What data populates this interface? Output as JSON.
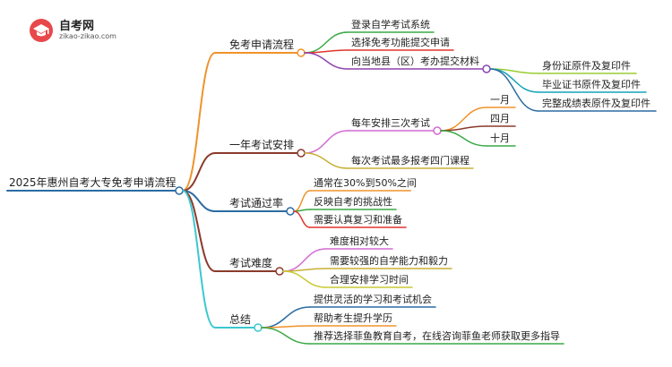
{
  "logo": {
    "title": "自考网",
    "subtitle": "zikao-zikao.com",
    "icon": "graduation-cap-icon"
  },
  "root": {
    "label": "2025年惠州自考大专免考申请流程",
    "color": "#2b6ca3"
  },
  "branches": [
    {
      "label": "免考申请流程",
      "color": "#f0932b",
      "children": [
        {
          "label": "登录自学考试系统",
          "color": "#3aa845"
        },
        {
          "label": "选择免考功能提交申请",
          "color": "#e3342f"
        },
        {
          "label": "向当地县（区）考办提交材料",
          "color": "#8e44ad",
          "children": [
            {
              "label": "身份证原件及复印件",
              "color": "#9acd32"
            },
            {
              "label": "毕业证书原件及复印件",
              "color": "#17a2b8"
            },
            {
              "label": "完整成绩表原件及复印件",
              "color": "#2b6ca3"
            }
          ]
        }
      ]
    },
    {
      "label": "一年考试安排",
      "color": "#8b3a2b",
      "children": [
        {
          "label": "每年安排三次考试",
          "color": "#d46ad4",
          "children": [
            {
              "label": "一月",
              "color": "#f0932b"
            },
            {
              "label": "四月",
              "color": "#8b3a2b"
            },
            {
              "label": "十月",
              "color": "#3aa845"
            }
          ]
        },
        {
          "label": "每次考试最多报考四门课程",
          "color": "#c9b037"
        }
      ]
    },
    {
      "label": "考试通过率",
      "color": "#2b6ca3",
      "children": [
        {
          "label": "通常在30%到50%之间",
          "color": "#f0932b"
        },
        {
          "label": "反映自考的挑战性",
          "color": "#3aa845"
        },
        {
          "label": "需要认真复习和准备",
          "color": "#e3342f"
        }
      ]
    },
    {
      "label": "考试难度",
      "color": "#8b3a2b",
      "children": [
        {
          "label": "难度相对较大",
          "color": "#d46ad4"
        },
        {
          "label": "需要较强的自学能力和毅力",
          "color": "#c9b037"
        },
        {
          "label": "合理安排学习时间",
          "color": "#c9c937"
        }
      ]
    },
    {
      "label": "总结",
      "color": "#3cc8d0",
      "children": [
        {
          "label": "提供灵活的学习和考试机会",
          "color": "#2b6ca3"
        },
        {
          "label": "帮助考生提升学历",
          "color": "#f0932b"
        },
        {
          "label": "推荐选择菲鱼教育自考，在线咨询菲鱼老师获取更多指导",
          "color": "#3aa845"
        }
      ]
    }
  ]
}
